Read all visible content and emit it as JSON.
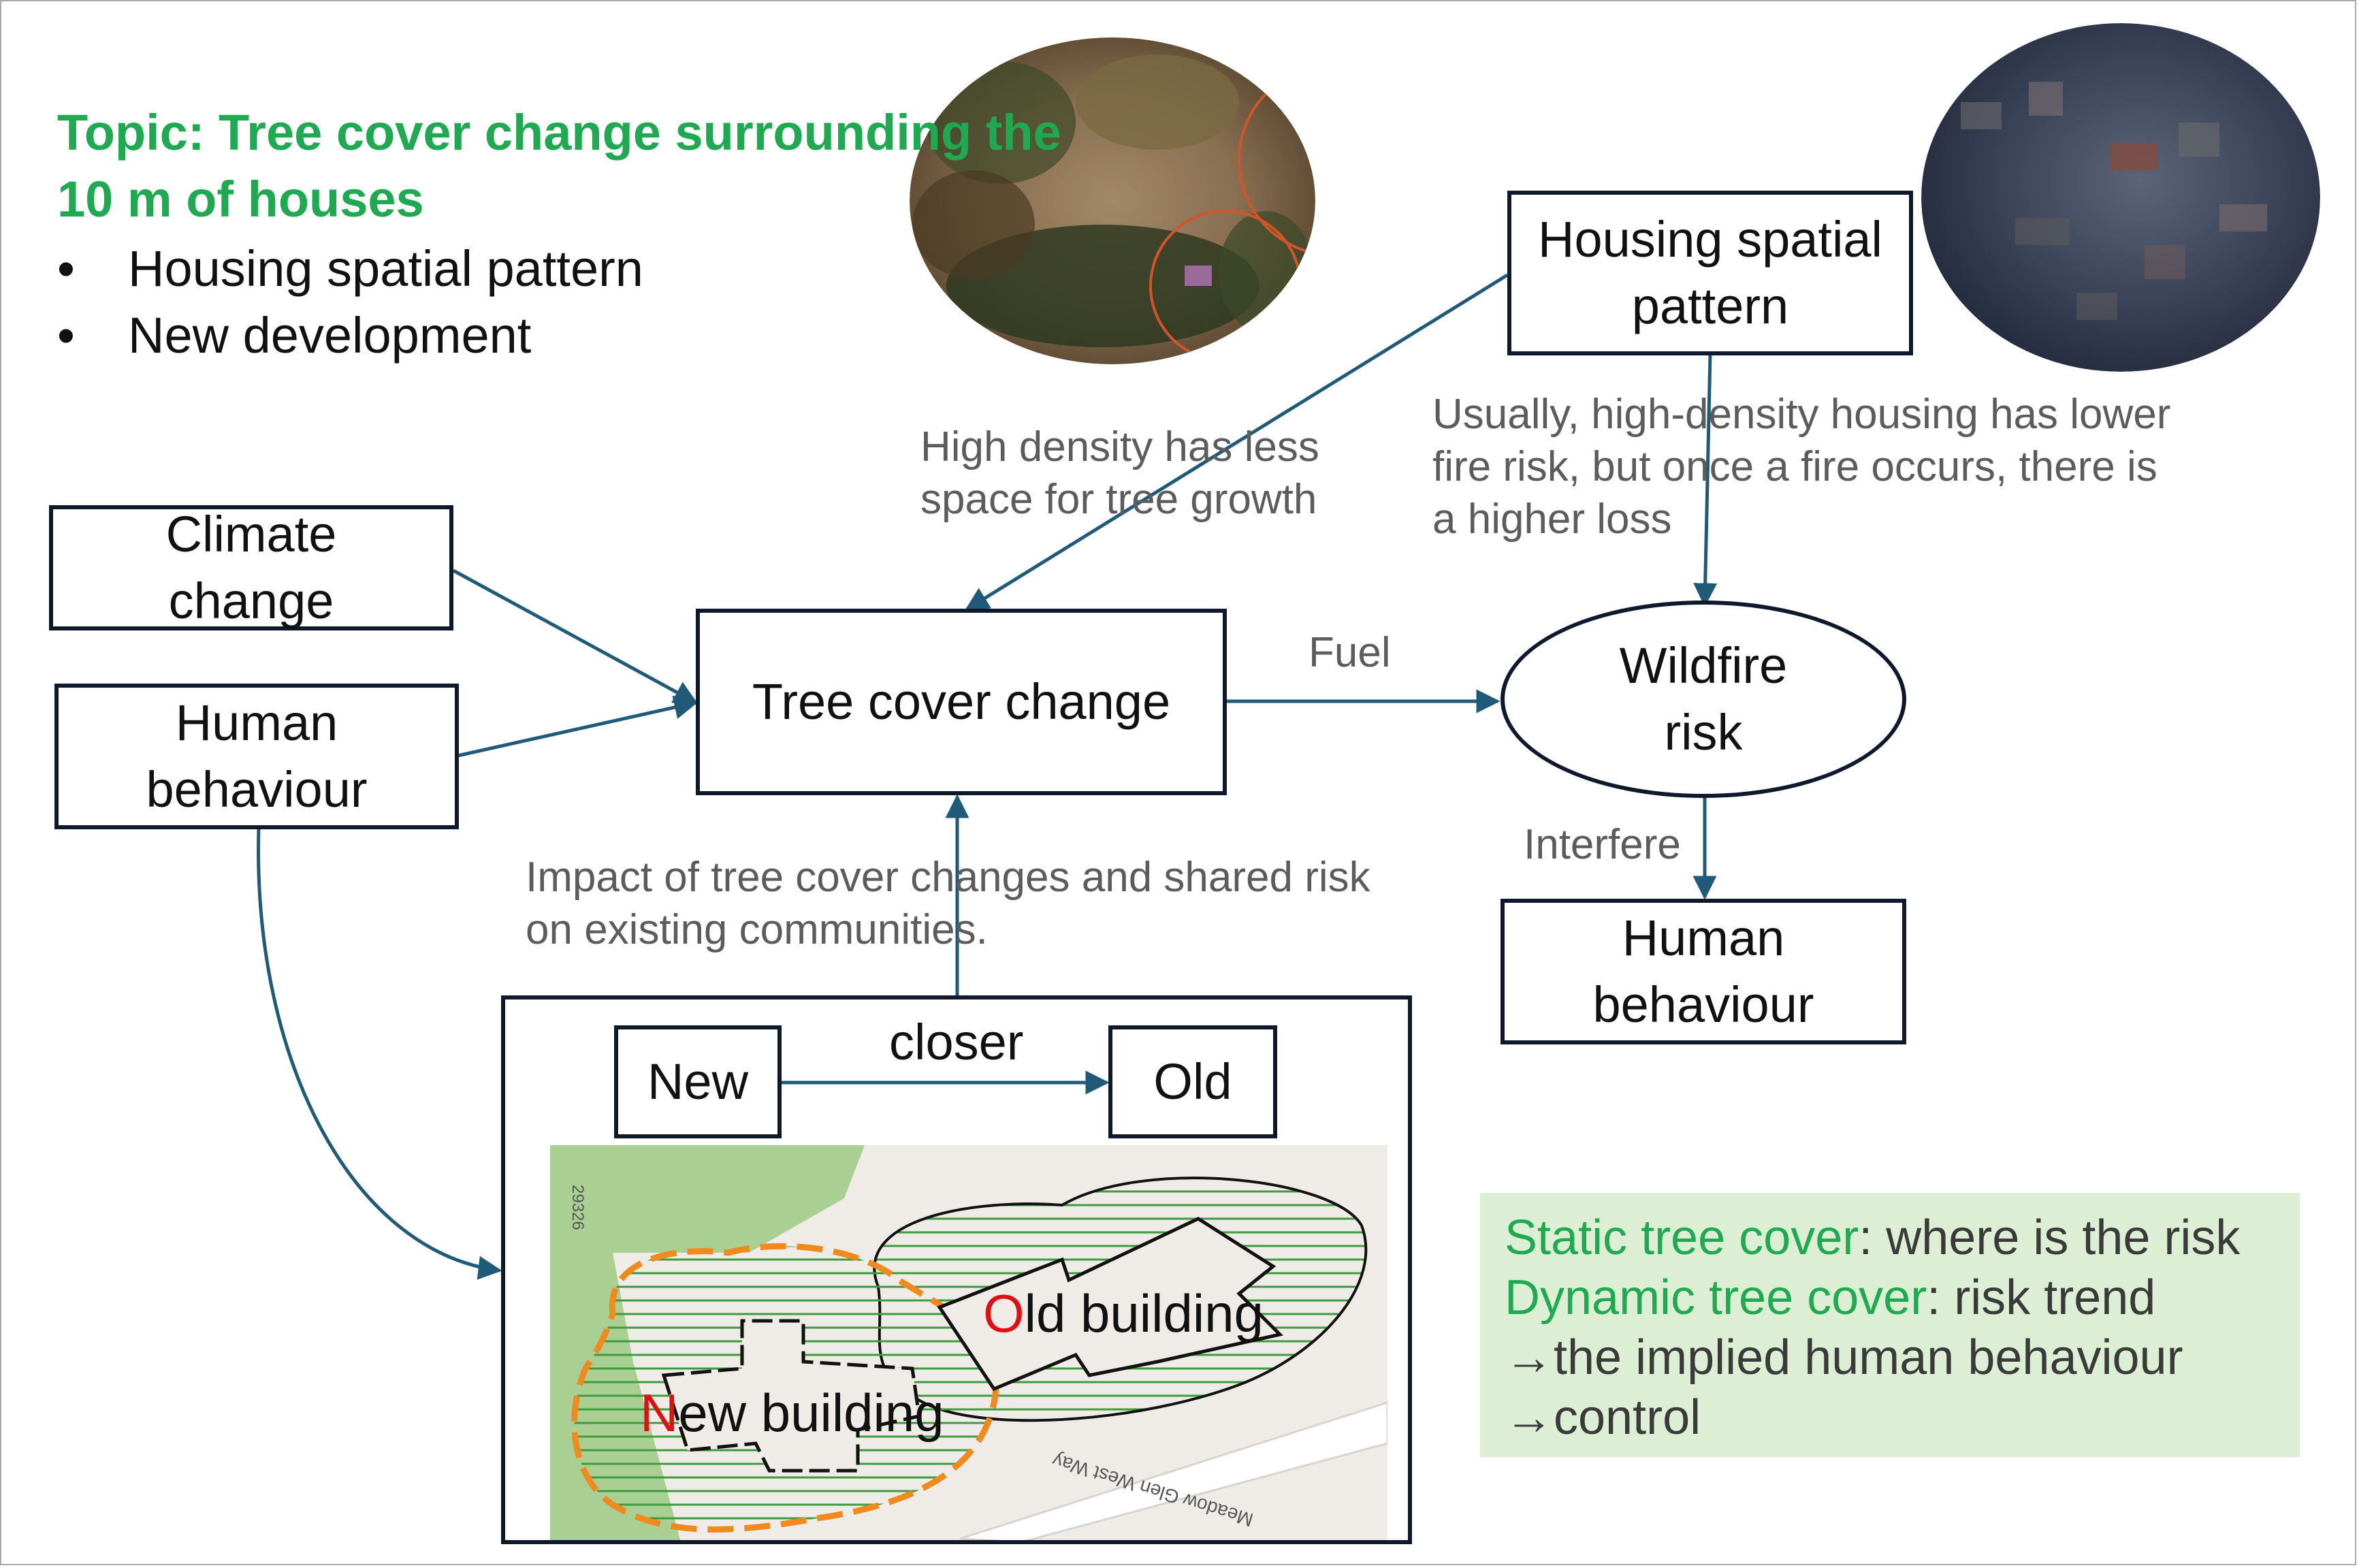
{
  "topic": {
    "title": "Topic: Tree cover change surrounding the 10 m of houses",
    "bullets": [
      "Housing spatial pattern",
      "New development"
    ],
    "bullet_glyph": "•"
  },
  "nodes": {
    "climate_change": "Climate change",
    "human_behaviour_left": "Human behaviour",
    "tree_cover_change": "Tree cover change",
    "housing_spatial_pattern": "Housing spatial pattern",
    "wildfire_risk": "Wildfire risk",
    "human_behaviour_right": "Human behaviour",
    "new": "New",
    "old": "Old"
  },
  "edge_labels": {
    "high_density": "High density has less space for tree growth",
    "high_density_line1": "High density has less",
    "high_density_line2": "space for tree growth",
    "usually_line1": "Usually, high-density housing has lower",
    "usually_line2": "fire risk, but once a fire occurs, there is",
    "usually_line3": "a higher loss",
    "fuel": "Fuel",
    "interfere": "Interfere",
    "impact_line1": "Impact of tree cover changes and shared risk",
    "impact_line2": "on existing communities.",
    "closer": "closer"
  },
  "map": {
    "old_building": {
      "first": "O",
      "rest": "ld building"
    },
    "new_building": {
      "first": "N",
      "rest": "ew building"
    },
    "street": "Meadow Glen West Way",
    "parcel": "29326"
  },
  "summary": {
    "line1_green": "Static tree cover",
    "line1_rest": ": where is the risk",
    "line2_green": "Dynamic tree cover",
    "line2_rest": ": risk trend",
    "line3": "→the implied human behaviour",
    "line4": "→control"
  },
  "colors": {
    "topic_green": "#1fa950",
    "arrow": "#1f5a78",
    "box_border": "#0e1a2b",
    "note_gray": "#5c5c5c",
    "summary_bg": "#dcefd4",
    "new_buffer": "#f08a1e",
    "hatch_green": "#3d9a3d",
    "highlight_red": "#e01010"
  },
  "icons": {
    "aerial_left": "aerial-photo-before",
    "aerial_right": "aerial-photo-burned"
  }
}
